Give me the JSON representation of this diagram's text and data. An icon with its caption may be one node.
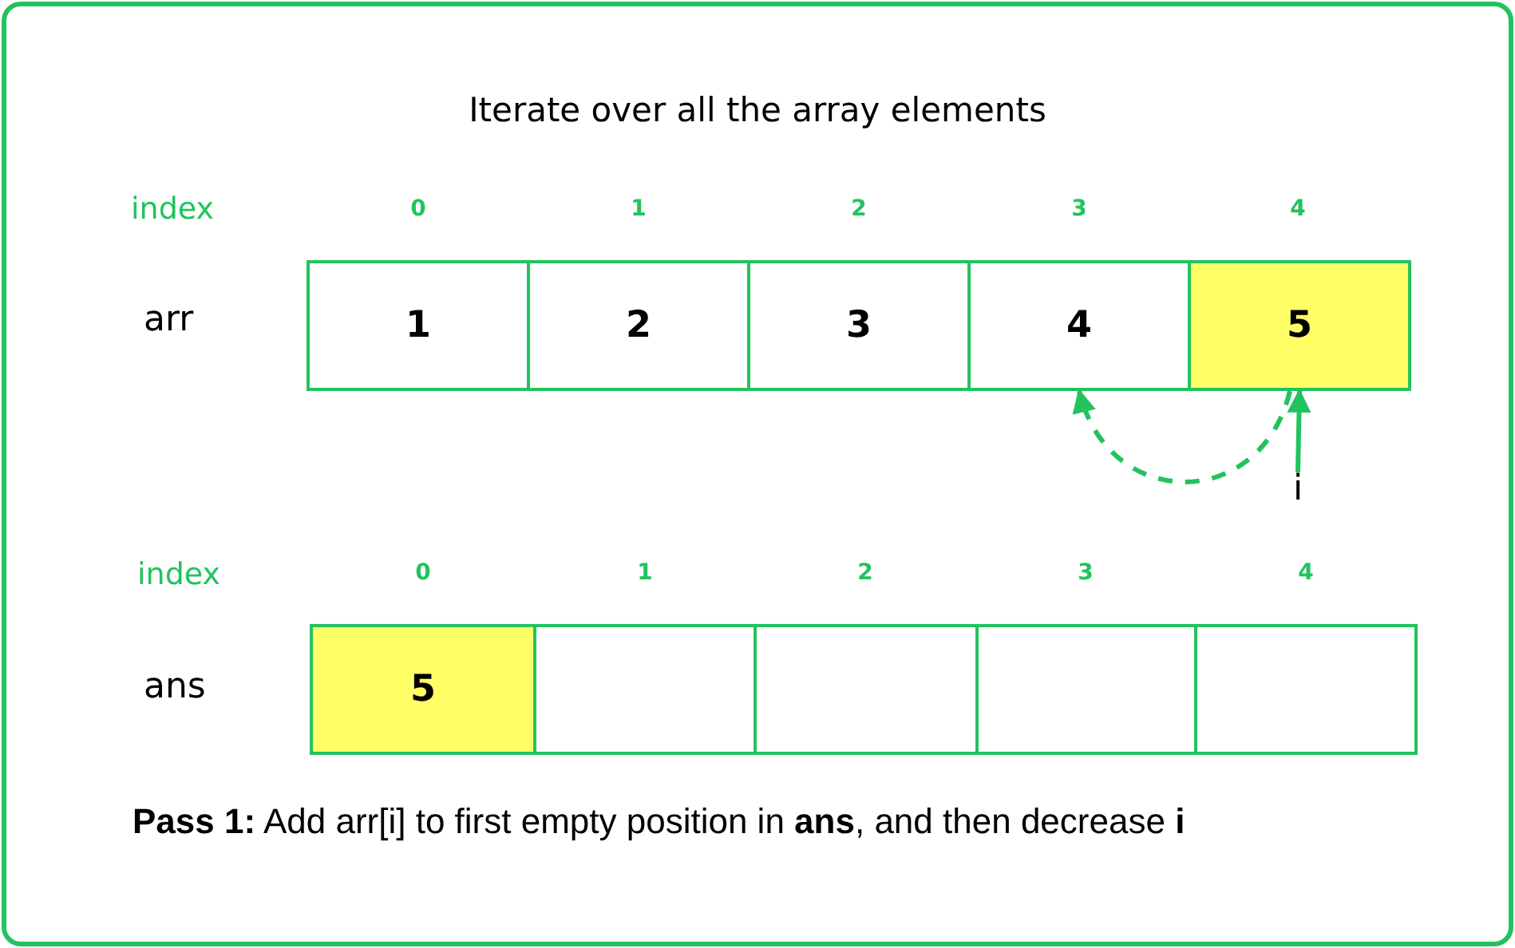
{
  "diagram": {
    "title": "Iterate over all the array elements",
    "nodes": [
      {
        "text": [
          "1"
        ]
      },
      {
        "text": [
          "2"
        ]
      },
      {
        "text": [
          "3"
        ]
      },
      {
        "text": [
          "4"
        ]
      },
      {
        "text": [
          "5"
        ]
      },
      {
        "text": [
          "i"
        ]
      },
      {
        "text": [
          "5"
        ]
      },
      {
        "text": [],
        "shape": "box"
      },
      {
        "text": [],
        "shape": "box"
      },
      {
        "text": [],
        "shape": "box"
      },
      {
        "text": [],
        "shape": "box"
      }
    ],
    "edges": [
      {
        "from": 5,
        "to": 4,
        "arrow": "to"
      },
      {
        "from": 4,
        "to": 3,
        "arrow": "to",
        "style": "dashed"
      }
    ],
    "labels": [
      "index",
      "0",
      "1",
      "2",
      "3",
      "4",
      "arr",
      "index",
      "0",
      "1",
      "2",
      "3",
      "4",
      "ans",
      "**Pass 1:** Add arr[i] to first empty position in **ans**, and then decrease **i**"
    ]
  }
}
